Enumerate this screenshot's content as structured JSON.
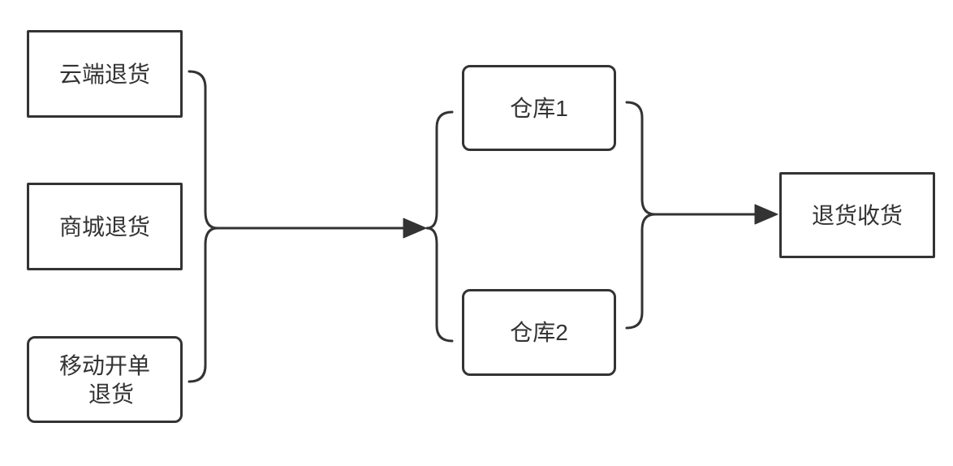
{
  "diagram": {
    "colors": {
      "stroke": "#333333",
      "text": "#333333",
      "background": "#ffffff"
    },
    "nodes": [
      {
        "id": "cloud-return",
        "label": "云端退货"
      },
      {
        "id": "mall-return",
        "label": "商城退货"
      },
      {
        "id": "mobile-order-return",
        "lines": [
          "移动开单",
          "退货"
        ]
      },
      {
        "id": "warehouse-1",
        "label": "仓库1"
      },
      {
        "id": "warehouse-2",
        "label": "仓库2"
      },
      {
        "id": "return-receipt",
        "label": "退货收货"
      }
    ],
    "connectors": [
      {
        "id": "sources-brace",
        "type": "curly-brace",
        "joins": [
          "云端退货",
          "商城退货",
          "移动开单 退货"
        ]
      },
      {
        "id": "arrow-to-warehouses",
        "type": "arrow"
      },
      {
        "id": "warehouses-open-brace",
        "type": "curly-brace",
        "splits_to": [
          "仓库1",
          "仓库2"
        ]
      },
      {
        "id": "warehouses-close-brace",
        "type": "curly-brace",
        "joins": [
          "仓库1",
          "仓库2"
        ]
      },
      {
        "id": "arrow-to-return-receipt",
        "type": "arrow",
        "to": "退货收货"
      }
    ]
  }
}
